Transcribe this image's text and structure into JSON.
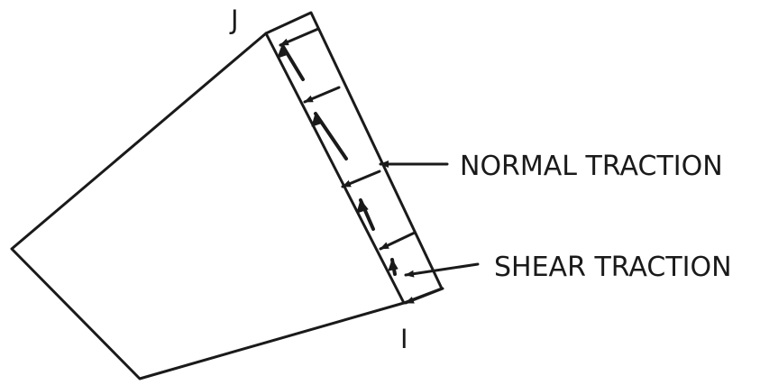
{
  "diagram": {
    "node_labels": {
      "top": "J",
      "bottom": "I"
    },
    "callouts": {
      "normal_traction": "NORMAL TRACTION",
      "shear_traction": "SHEAR TRACTION"
    },
    "colors": {
      "ink": "#1a1a1a",
      "background": "#ffffff"
    }
  }
}
